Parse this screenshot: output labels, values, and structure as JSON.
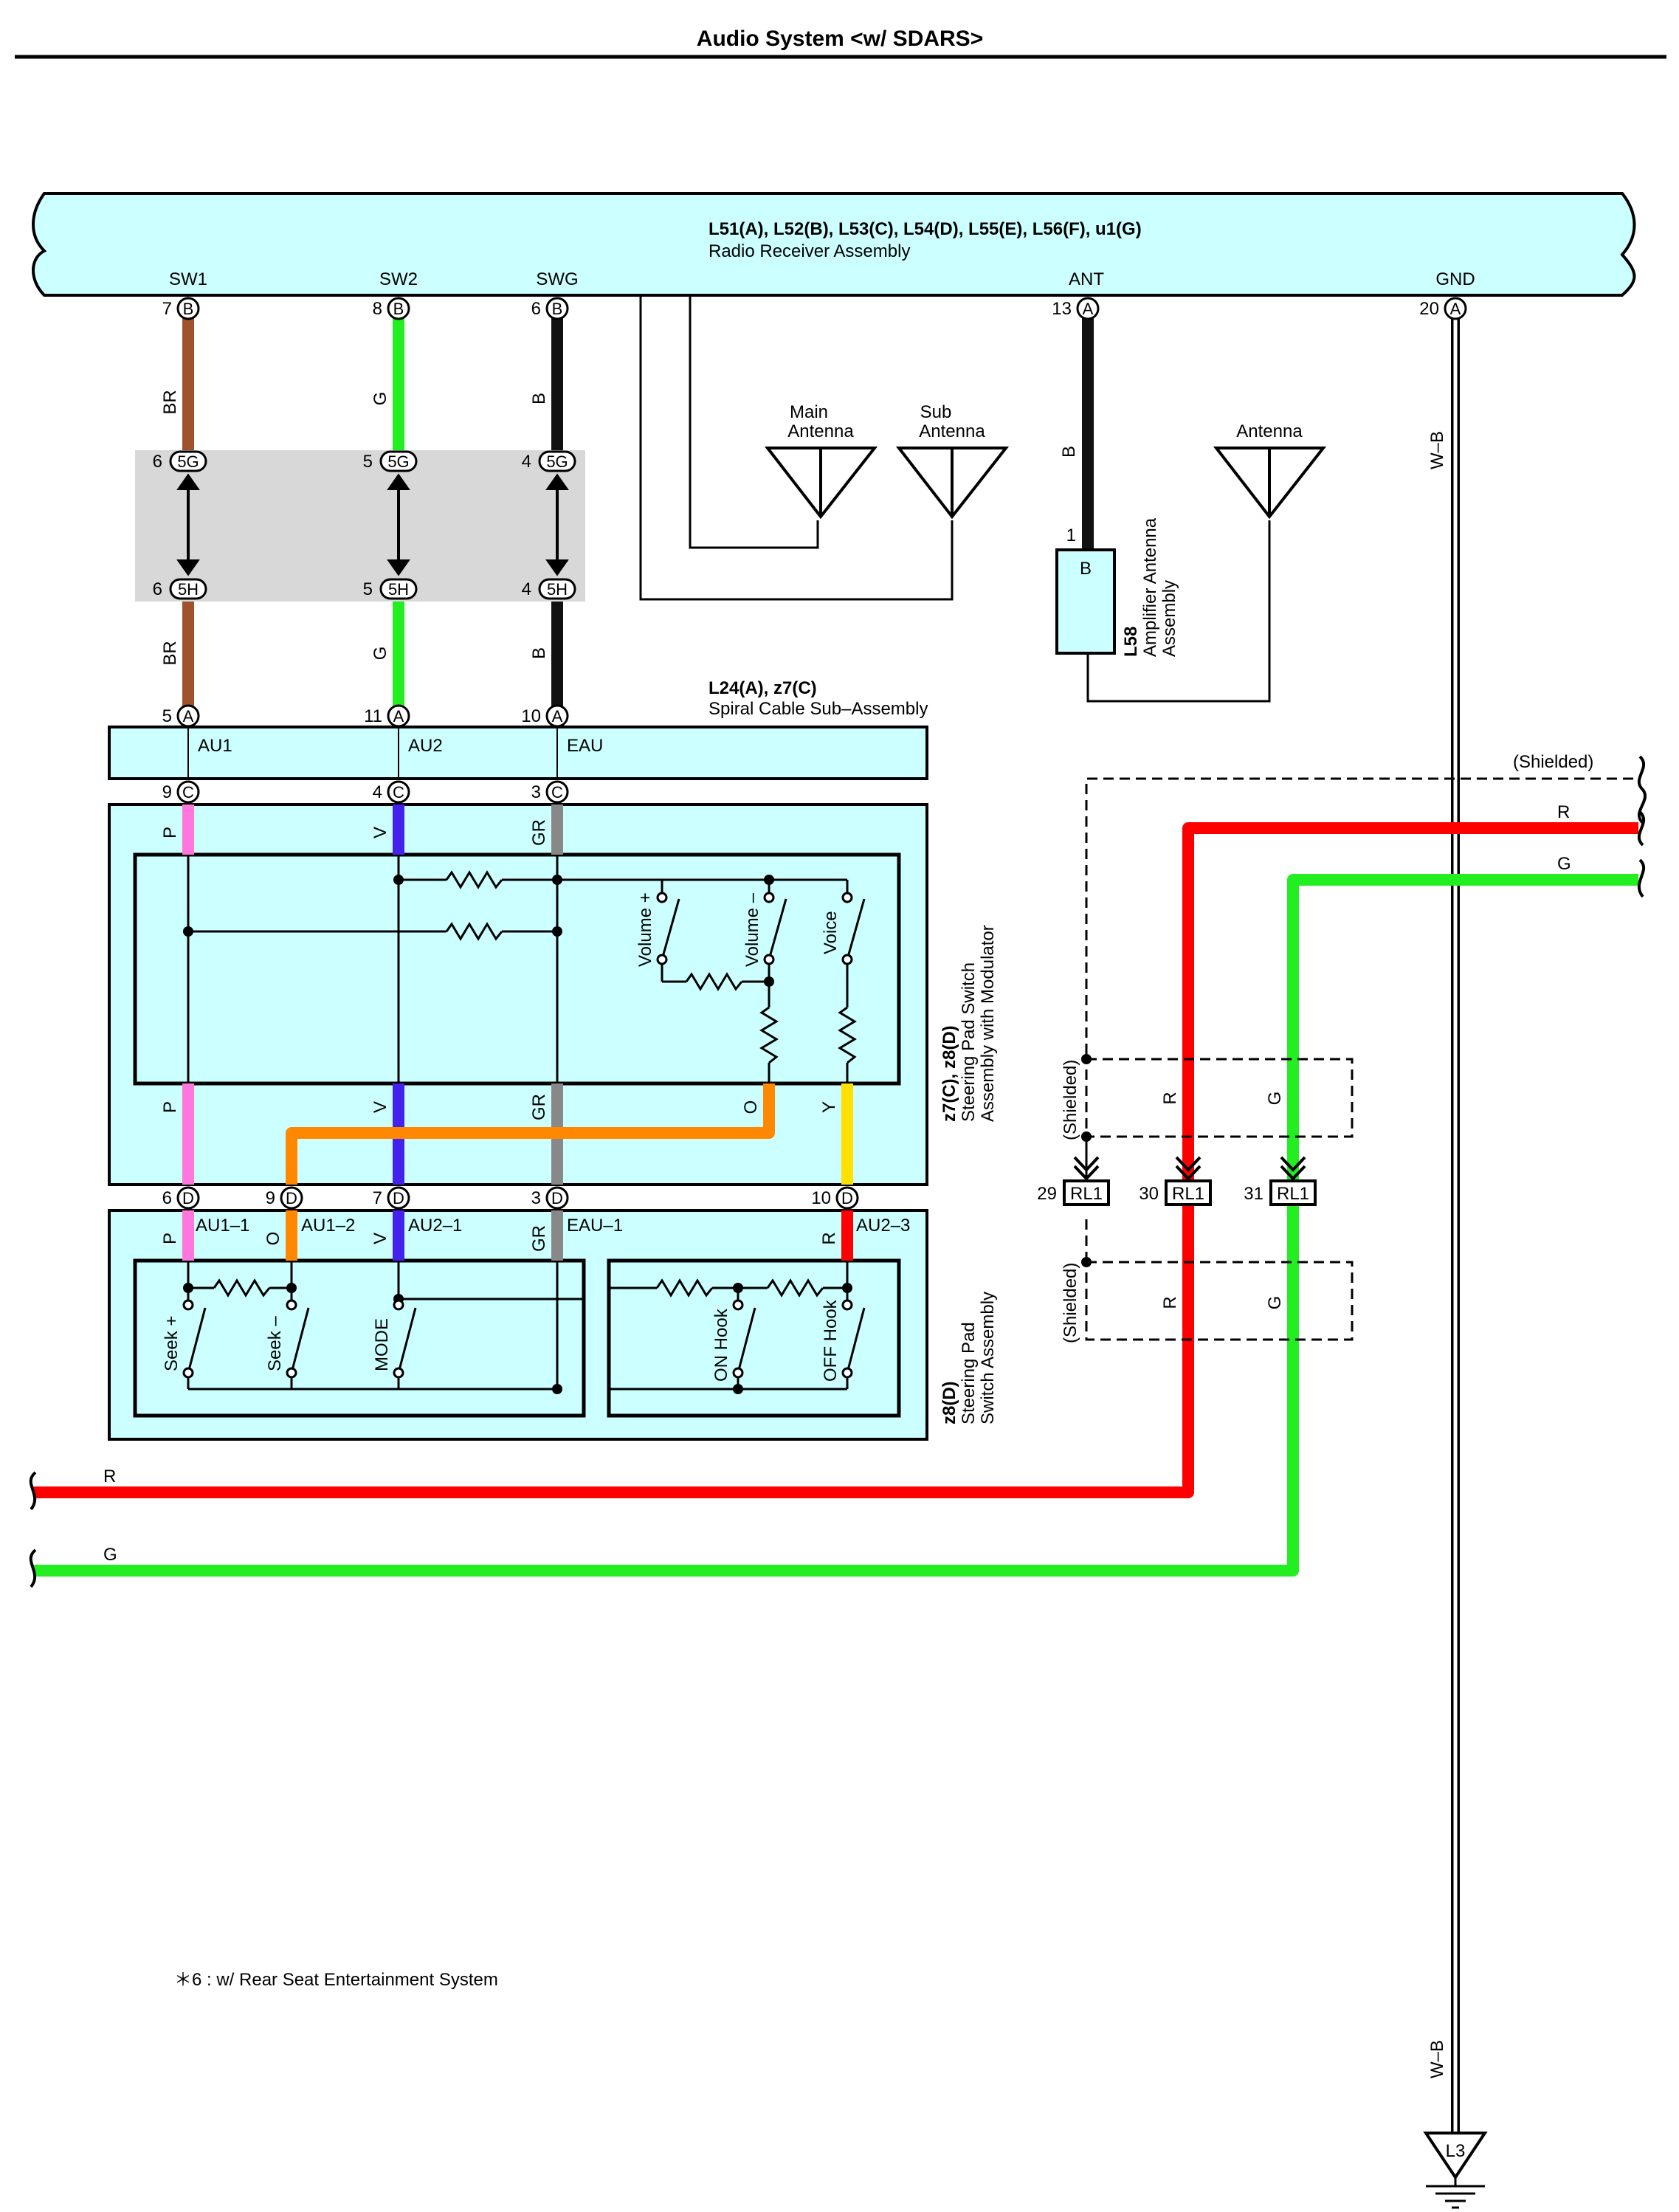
{
  "title": "Audio System <w/ SDARS>",
  "colors": {
    "BR": "#a0522d",
    "G": "#22ee22",
    "B": "#111111",
    "P": "#ff77dd",
    "V": "#4422ee",
    "GR": "#888888",
    "O": "#ff8800",
    "Y": "#ffe000",
    "R": "#ff0000",
    "box": "#ccffff",
    "gray_box": "#d8d8d8"
  },
  "radio": {
    "connectors": "L51(A), L52(B), L53(C), L54(D), L55(E), L56(F), u1(G)",
    "name": "Radio Receiver Assembly",
    "pins": {
      "sw1": {
        "label": "SW1",
        "num": "7",
        "conn": "B"
      },
      "sw2": {
        "label": "SW2",
        "num": "8",
        "conn": "B"
      },
      "swg": {
        "label": "SWG",
        "num": "6",
        "conn": "B"
      },
      "ant": {
        "label": "ANT",
        "num": "13",
        "conn": "A"
      },
      "gnd": {
        "label": "GND",
        "num": "20",
        "conn": "A"
      }
    }
  },
  "wires": {
    "br": "BR",
    "g": "G",
    "b": "B",
    "p": "P",
    "v": "V",
    "gr": "GR",
    "o": "O",
    "y": "Y",
    "r": "R",
    "wb": "W–B"
  },
  "junction": {
    "top": "5G",
    "bottom": "5H",
    "n1": "6",
    "n2": "5",
    "n3": "4"
  },
  "antennas": {
    "main": [
      "Main",
      "Antenna"
    ],
    "sub": [
      "Sub",
      "Antenna"
    ],
    "antenna": "Antenna"
  },
  "amp": {
    "pin": "1",
    "conn": "B",
    "code": "L58",
    "name": [
      "Amplifier Antenna",
      "Assembly"
    ]
  },
  "spiral": {
    "connectors": "L24(A), z7(C)",
    "name": "Spiral Cable Sub–Assembly",
    "pins": {
      "a1": "5",
      "a2": "11",
      "a3": "10",
      "c1": "9",
      "c2": "4",
      "c3": "3",
      "conn_a": "A",
      "conn_c": "C"
    },
    "labels": [
      "AU1",
      "AU2",
      "EAU"
    ]
  },
  "modulator": {
    "connectors": "z7(C), z8(D)",
    "name": [
      "Steering Pad Switch",
      "Assembly with Modulator"
    ],
    "switches": [
      "Volume +",
      "Volume –",
      "Voice"
    ]
  },
  "pins_d": {
    "n1": "6",
    "n2": "9",
    "n3": "7",
    "n4": "3",
    "n5": "10",
    "conn": "D"
  },
  "pad": {
    "connector": "z8(D)",
    "name": [
      "Steering Pad",
      "Switch Assembly"
    ],
    "labels": [
      "AU1–1",
      "AU1–2",
      "AU2–1",
      "EAU–1",
      "AU2–3"
    ],
    "switches": [
      "Seek +",
      "Seek –",
      "MODE",
      "ON Hook",
      "OFF Hook"
    ]
  },
  "shield": {
    "label": "(Shielded)"
  },
  "rl1": {
    "pins": [
      "29",
      "30",
      "31"
    ],
    "label": "RL1"
  },
  "ground": {
    "label": "L3"
  },
  "footnote": "＊6 : w/ Rear Seat Entertainment System"
}
